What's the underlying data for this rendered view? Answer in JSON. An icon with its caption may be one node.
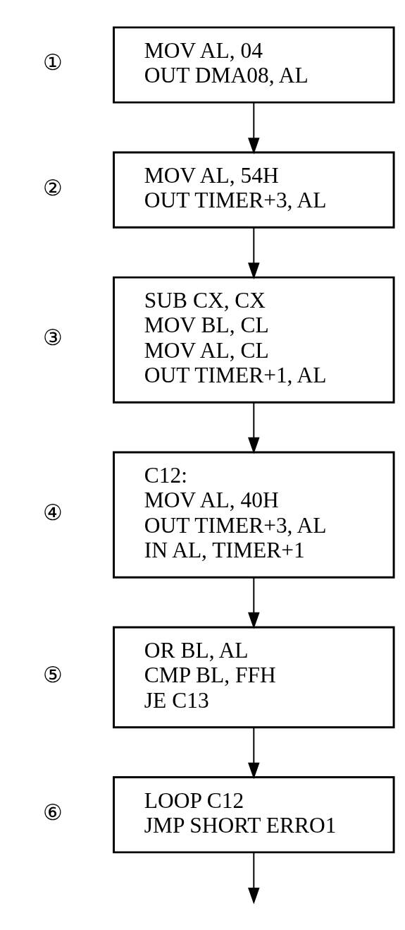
{
  "diagram": {
    "nodes": [
      {
        "text": [
          "MOV AL, 04",
          "OUT DMA08, AL"
        ],
        "beside": [
          "①"
        ]
      },
      {
        "text": [
          "MOV AL, 54H",
          "OUT TIMER+3, AL"
        ],
        "beside": [
          "②"
        ]
      },
      {
        "text": [
          "SUB CX, CX",
          "MOV BL, CL",
          "MOV AL, CL",
          "OUT TIMER+1, AL"
        ],
        "beside": [
          "③"
        ]
      },
      {
        "text": [
          "C12:",
          "MOV AL, 40H",
          "OUT TIMER+3, AL",
          "IN AL, TIMER+1"
        ],
        "beside": [
          "④"
        ]
      },
      {
        "text": [
          "OR BL, AL",
          "CMP BL, FFH",
          "JE C13"
        ],
        "beside": [
          "⑤"
        ]
      },
      {
        "text": [
          "LOOP C12",
          "JMP SHORT ERRO1"
        ],
        "beside": [
          "⑥"
        ]
      }
    ],
    "edges": [
      {
        "from": 0,
        "to": 1,
        "arrow": "to"
      },
      {
        "from": 1,
        "to": 2,
        "arrow": "to"
      },
      {
        "from": 2,
        "to": 3,
        "arrow": "to"
      },
      {
        "from": 3,
        "to": 4,
        "arrow": "to"
      },
      {
        "from": 4,
        "to": 5,
        "arrow": "to"
      },
      {
        "from": 5,
        "to": null,
        "arrow": "to"
      }
    ]
  }
}
